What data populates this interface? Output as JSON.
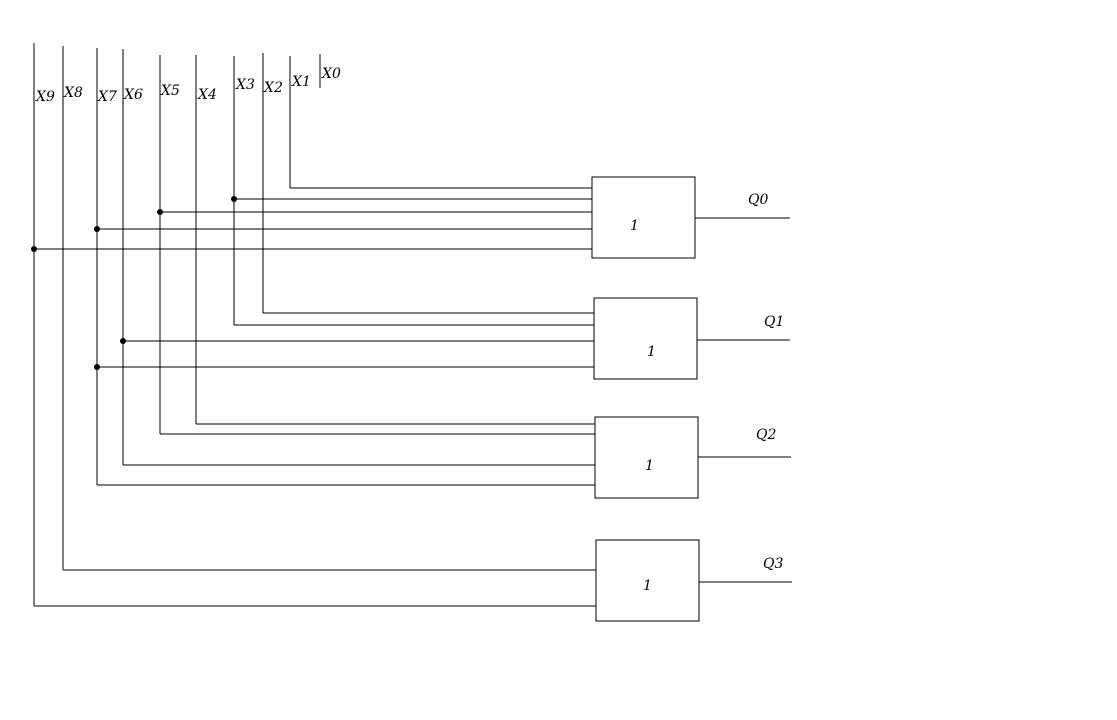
{
  "inputs": [
    "X0",
    "X1",
    "X2",
    "X3",
    "X4",
    "X5",
    "X6",
    "X7",
    "X8",
    "X9"
  ],
  "outputs": [
    "Q0",
    "Q1",
    "Q2",
    "Q3"
  ],
  "gates": [
    {
      "output": "Q0",
      "symbol": "1",
      "inputs": [
        "X1",
        "X3",
        "X5",
        "X7",
        "X9"
      ]
    },
    {
      "output": "Q1",
      "symbol": "1",
      "inputs": [
        "X2",
        "X3",
        "X6",
        "X7"
      ]
    },
    {
      "output": "Q2",
      "symbol": "1",
      "inputs": [
        "X4",
        "X5",
        "X6",
        "X7"
      ]
    },
    {
      "output": "Q3",
      "symbol": "1",
      "inputs": [
        "X8",
        "X9"
      ]
    }
  ],
  "colors": {
    "line": "#000000",
    "background": "#ffffff"
  }
}
